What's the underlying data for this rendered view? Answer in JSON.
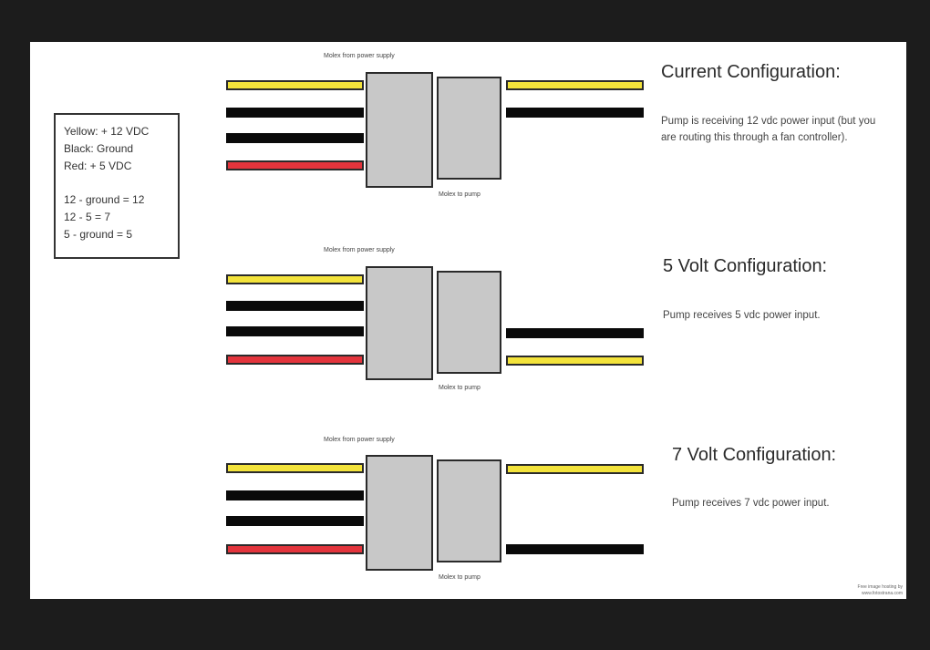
{
  "legend": {
    "lines": [
      "Yellow: + 12 VDC",
      "Black: Ground",
      "Red: + 5 VDC"
    ],
    "equations": [
      "12 - ground = 12",
      "12 - 5 = 7",
      "5 - ground = 5"
    ]
  },
  "colors": {
    "yellow": "#f3e33b",
    "black": "#0a0a0a",
    "red": "#e3343c",
    "connector": "#c8c8c8"
  },
  "configs": [
    {
      "top_caption": "Molex from power supply",
      "bottom_caption": "Molex to pump",
      "title": "Current Configuration:",
      "description": "Pump is receiving 12 vdc power input (but you are routing this through a fan controller).",
      "input_wires": [
        "yellow",
        "black",
        "black",
        "red"
      ],
      "output_wires": [
        "yellow",
        "black"
      ]
    },
    {
      "top_caption": "Molex from power supply",
      "bottom_caption": "Molex to pump",
      "title": "5 Volt Configuration:",
      "description": "Pump receives 5 vdc power input.",
      "input_wires": [
        "yellow",
        "black",
        "black",
        "red"
      ],
      "output_wires": [
        "black",
        "yellow"
      ]
    },
    {
      "top_caption": "Molex from power supply",
      "bottom_caption": "Molex to pump",
      "title": "7 Volt Configuration:",
      "description": "Pump receives 7 vdc power input.",
      "input_wires": [
        "yellow",
        "black",
        "black",
        "red"
      ],
      "output_wires": [
        "yellow",
        "black"
      ]
    }
  ],
  "credit": [
    "Free image hosting by",
    "www.fotostrana.com"
  ]
}
